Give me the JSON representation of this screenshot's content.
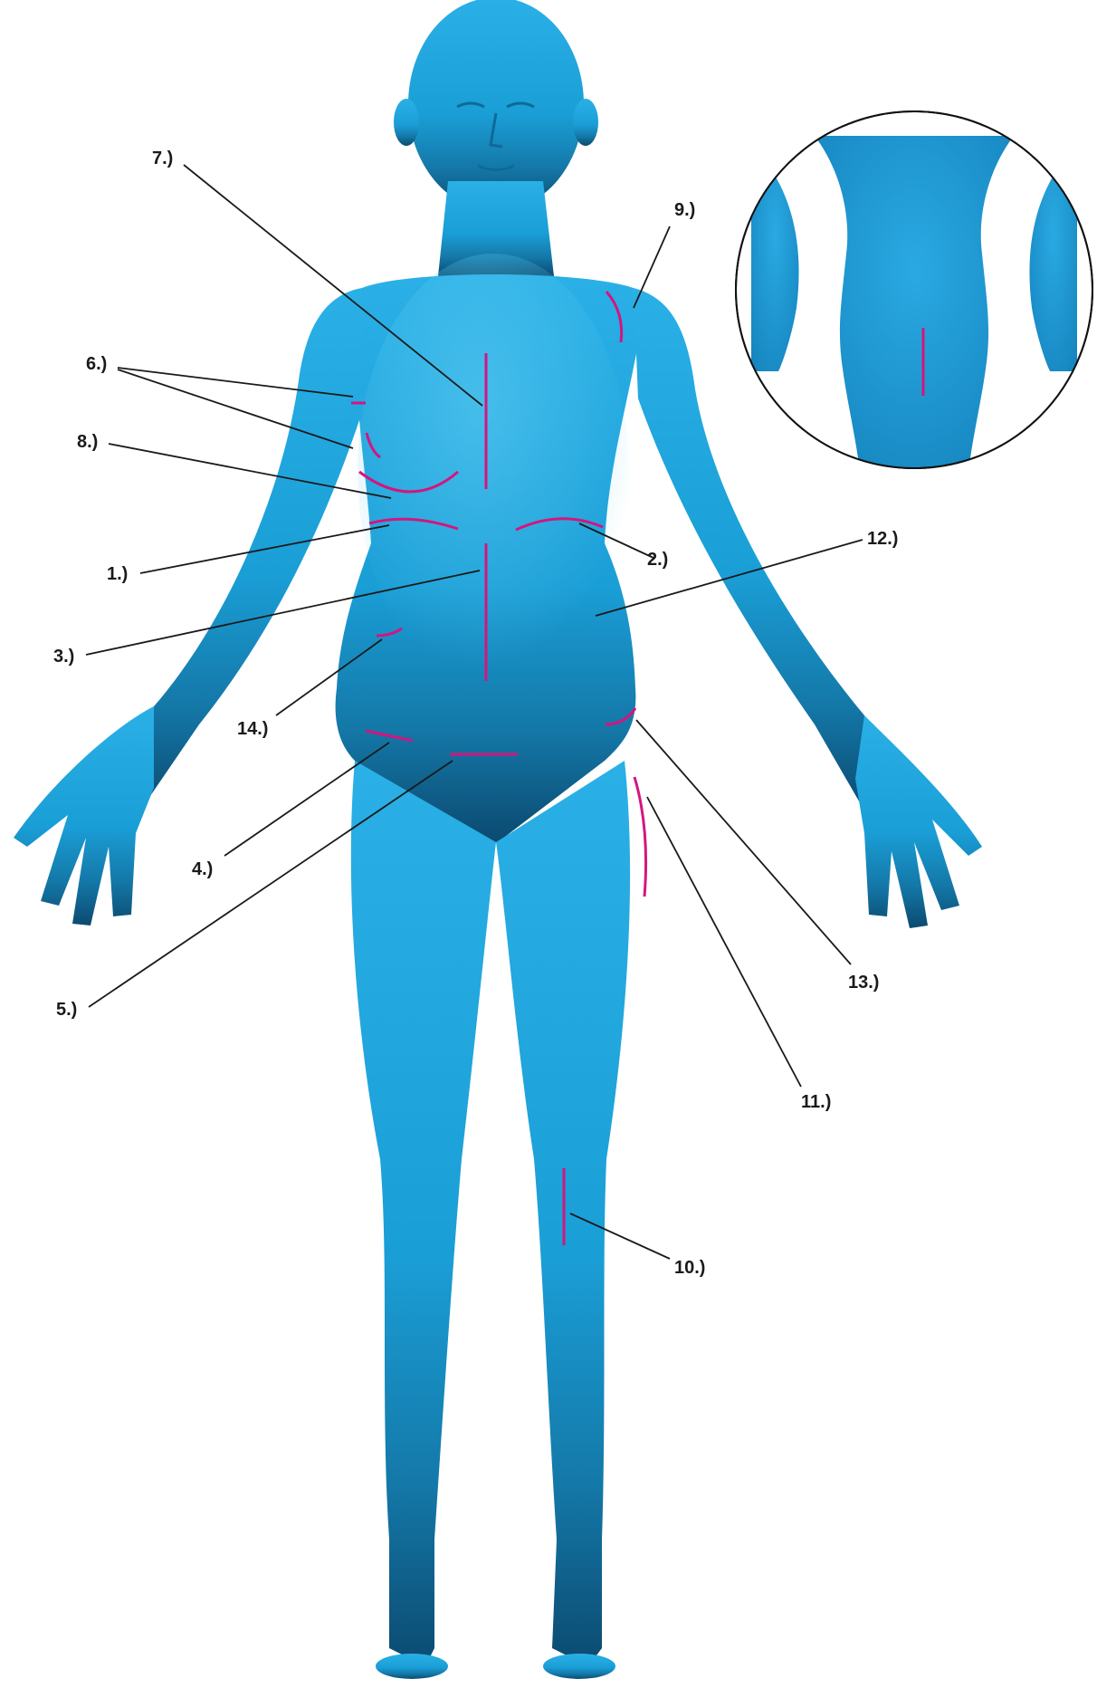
{
  "colors": {
    "body": "#1ea6dc",
    "body_light": "#4cc3ee",
    "body_shadow": "#0a5c86",
    "incision": "#d4157f",
    "leader": "#1a1a1a"
  },
  "labels": {
    "l1": "1.)",
    "l2": "2.)",
    "l3": "3.)",
    "l4": "4.)",
    "l5": "5.)",
    "l6": "6.)",
    "l7": "7.)",
    "l8": "8.)",
    "l9": "9.)",
    "l10": "10.)",
    "l11": "11.)",
    "l12": "12.)",
    "l13": "13.)",
    "l14": "14.)"
  },
  "inset": {
    "view": "back-view-lower-torso"
  }
}
